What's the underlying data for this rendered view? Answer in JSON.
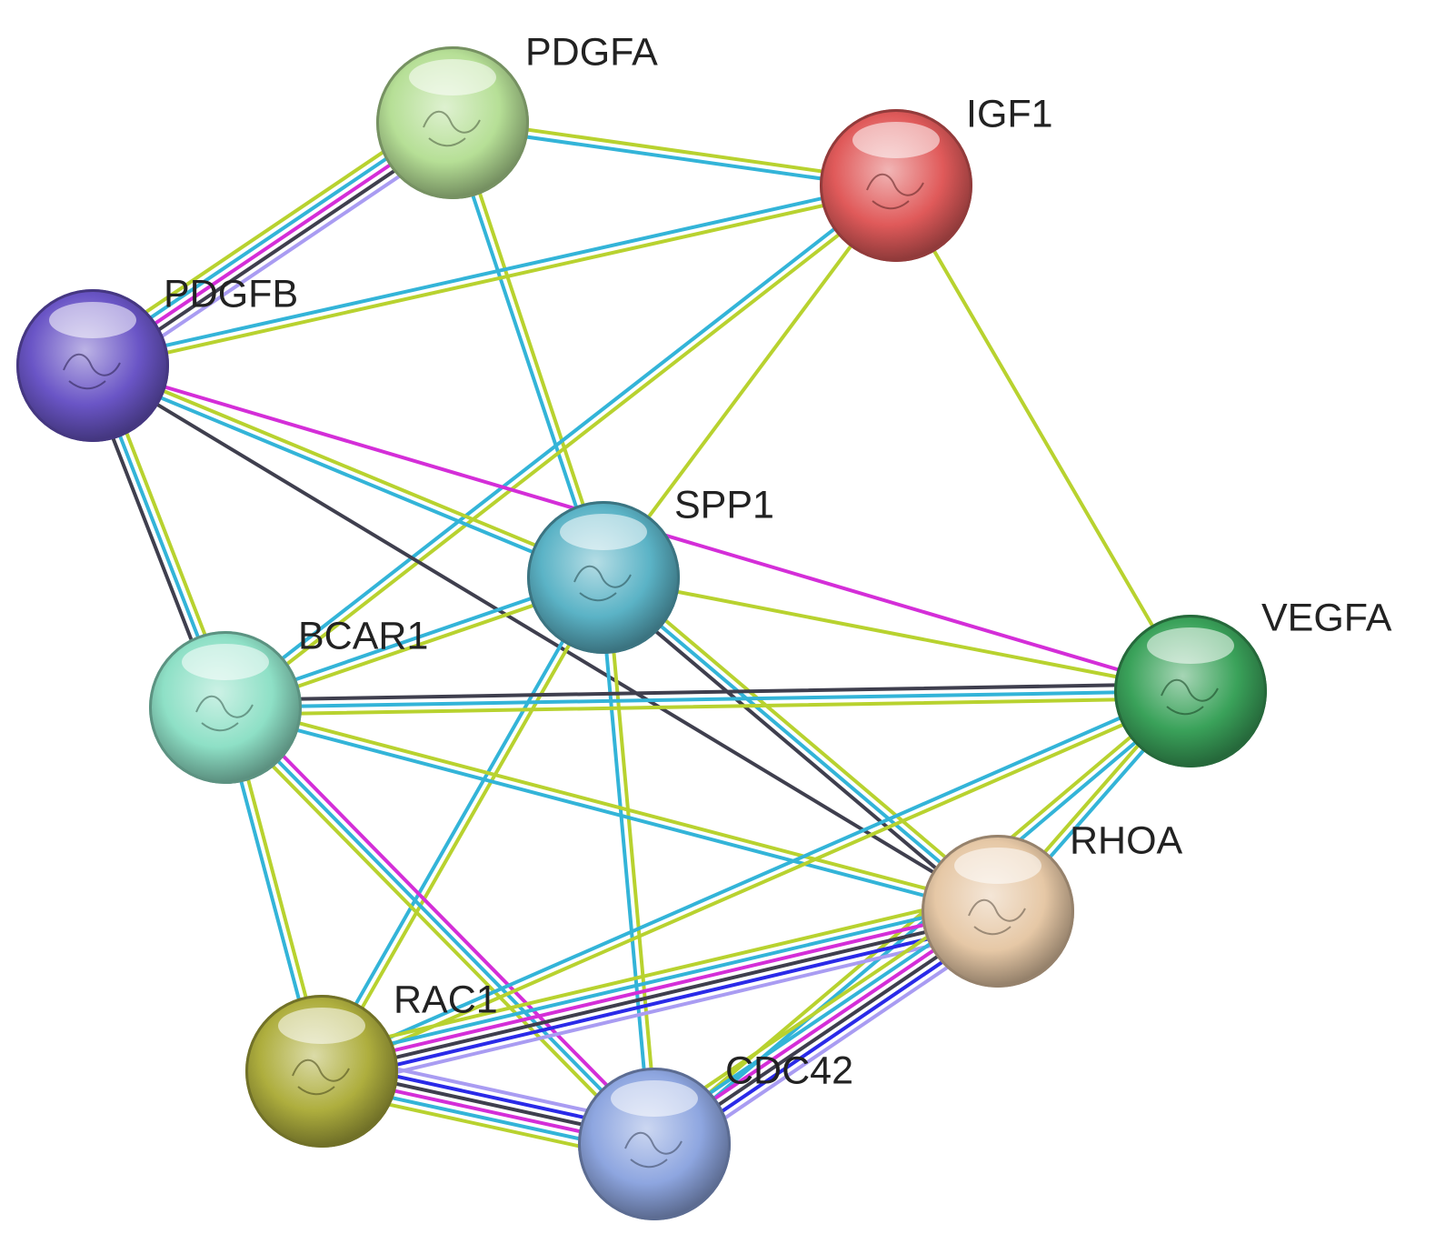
{
  "network": {
    "edge_colors": {
      "database": "#33b4d8",
      "textmining": "#b8d22f",
      "experimental": "#d42ed8",
      "coexpression": "#3f3f4e",
      "homology": "#a99cf2",
      "neighborhood": "#2a2ae8"
    },
    "nodes": [
      {
        "id": "PDGFA",
        "label": "PDGFA",
        "color": "#b6df96"
      },
      {
        "id": "IGF1",
        "label": "IGF1",
        "color": "#e05a5a"
      },
      {
        "id": "PDGFB",
        "label": "PDGFB",
        "color": "#6a55c6"
      },
      {
        "id": "SPP1",
        "label": "SPP1",
        "color": "#5bb3c6"
      },
      {
        "id": "BCAR1",
        "label": "BCAR1",
        "color": "#8ee0c6"
      },
      {
        "id": "VEGFA",
        "label": "VEGFA",
        "color": "#3aa25a"
      },
      {
        "id": "RHOA",
        "label": "RHOA",
        "color": "#e6c8a6"
      },
      {
        "id": "RAC1",
        "label": "RAC1",
        "color": "#aeae3e"
      },
      {
        "id": "CDC42",
        "label": "CDC42",
        "color": "#8ea6e0"
      }
    ],
    "edges": [
      {
        "source": "PDGFA",
        "target": "IGF1",
        "types": [
          "textmining",
          "database"
        ]
      },
      {
        "source": "PDGFA",
        "target": "PDGFB",
        "types": [
          "homology",
          "coexpression",
          "experimental",
          "database",
          "textmining"
        ]
      },
      {
        "source": "PDGFA",
        "target": "SPP1",
        "types": [
          "textmining",
          "database"
        ]
      },
      {
        "source": "IGF1",
        "target": "PDGFB",
        "types": [
          "textmining",
          "database"
        ]
      },
      {
        "source": "IGF1",
        "target": "SPP1",
        "types": [
          "textmining"
        ]
      },
      {
        "source": "IGF1",
        "target": "BCAR1",
        "types": [
          "textmining",
          "database"
        ]
      },
      {
        "source": "IGF1",
        "target": "VEGFA",
        "types": [
          "textmining"
        ]
      },
      {
        "source": "PDGFB",
        "target": "SPP1",
        "types": [
          "textmining",
          "database"
        ]
      },
      {
        "source": "PDGFB",
        "target": "BCAR1",
        "types": [
          "textmining",
          "database",
          "coexpression"
        ]
      },
      {
        "source": "PDGFB",
        "target": "VEGFA",
        "types": [
          "experimental"
        ]
      },
      {
        "source": "PDGFB",
        "target": "RHOA",
        "types": [
          "coexpression"
        ]
      },
      {
        "source": "SPP1",
        "target": "BCAR1",
        "types": [
          "textmining",
          "database"
        ]
      },
      {
        "source": "SPP1",
        "target": "VEGFA",
        "types": [
          "textmining"
        ]
      },
      {
        "source": "SPP1",
        "target": "RHOA",
        "types": [
          "textmining",
          "database",
          "coexpression"
        ]
      },
      {
        "source": "SPP1",
        "target": "RAC1",
        "types": [
          "textmining",
          "database"
        ]
      },
      {
        "source": "SPP1",
        "target": "CDC42",
        "types": [
          "textmining",
          "database"
        ]
      },
      {
        "source": "BCAR1",
        "target": "VEGFA",
        "types": [
          "coexpression",
          "database",
          "textmining"
        ]
      },
      {
        "source": "BCAR1",
        "target": "RHOA",
        "types": [
          "textmining",
          "database"
        ]
      },
      {
        "source": "BCAR1",
        "target": "RAC1",
        "types": [
          "textmining",
          "database"
        ]
      },
      {
        "source": "BCAR1",
        "target": "CDC42",
        "types": [
          "experimental",
          "database",
          "textmining"
        ]
      },
      {
        "source": "VEGFA",
        "target": "RHOA",
        "types": [
          "database",
          "textmining"
        ]
      },
      {
        "source": "VEGFA",
        "target": "RAC1",
        "types": [
          "textmining",
          "database"
        ]
      },
      {
        "source": "VEGFA",
        "target": "CDC42",
        "types": [
          "database",
          "textmining"
        ]
      },
      {
        "source": "RHOA",
        "target": "RAC1",
        "types": [
          "homology",
          "neighborhood",
          "coexpression",
          "experimental",
          "database",
          "textmining"
        ]
      },
      {
        "source": "RHOA",
        "target": "CDC42",
        "types": [
          "homology",
          "neighborhood",
          "coexpression",
          "experimental",
          "database",
          "textmining"
        ]
      },
      {
        "source": "RAC1",
        "target": "CDC42",
        "types": [
          "homology",
          "neighborhood",
          "coexpression",
          "experimental",
          "database",
          "textmining"
        ]
      }
    ]
  }
}
